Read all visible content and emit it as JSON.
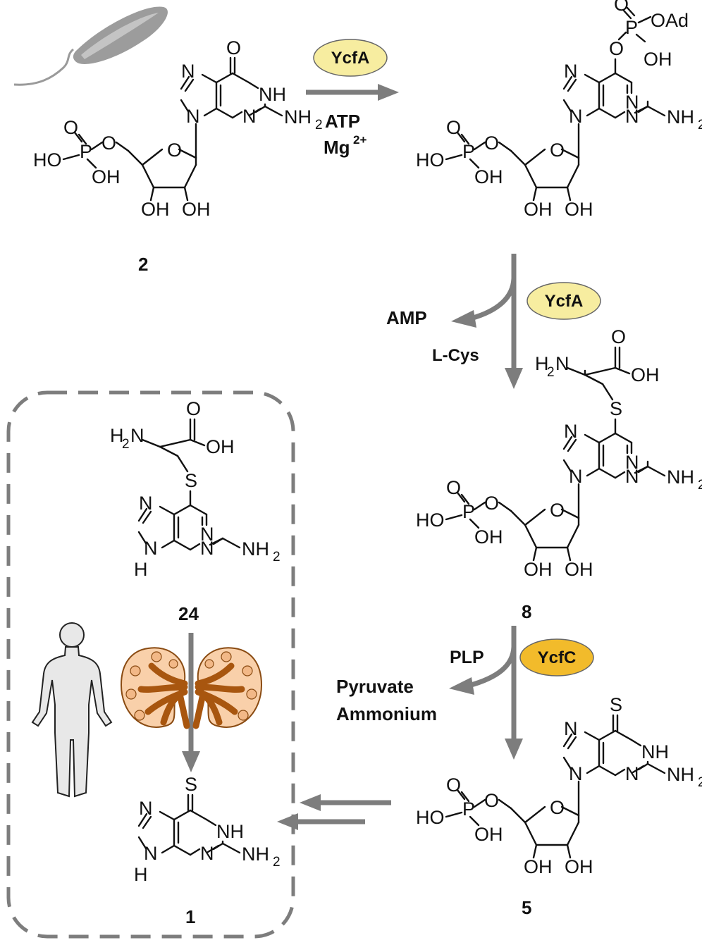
{
  "compounds": {
    "c2": "2",
    "c8": "8",
    "c5": "5",
    "c24": "24",
    "c1": "1"
  },
  "enzymes": {
    "step1": "YcfA",
    "step2": "YcfA",
    "step3": "YcfC"
  },
  "enzyme_colors": {
    "YcfA": "#f7eda0",
    "YcfC": "#f2bb2b"
  },
  "reagents": {
    "atp": "ATP",
    "mg": "Mg",
    "mg_charge": "2+",
    "amp": "AMP",
    "lcys": "L-Cys",
    "plp": "PLP",
    "pyruvate": "Pyruvate",
    "ammonium": "Ammonium"
  },
  "atoms": {
    "O": "O",
    "N": "N",
    "NH": "NH",
    "H": "H",
    "P": "P",
    "S": "S",
    "OH": "OH",
    "HO": "HO",
    "NH2": "NH",
    "H2N": "H",
    "two": "2",
    "OAd": "OAd"
  },
  "icons": [
    "bacterium-icon",
    "human-body-icon",
    "kidney-icon"
  ]
}
